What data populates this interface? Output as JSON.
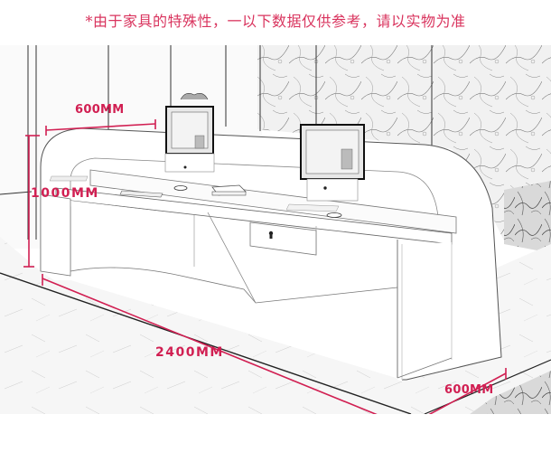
{
  "notice": {
    "text": "*由于家具的特殊性，一以下数据仅供参考，请以实物为准",
    "color": "#d9345e"
  },
  "product": {
    "name": "reception-desk",
    "description": "Curved reception counter with two computer monitors, keyboards, center lockable drawer"
  },
  "dimensions": {
    "top_width": {
      "label": "600MM",
      "value": 600,
      "unit": "MM"
    },
    "height": {
      "label": "1000MM",
      "value": 1000,
      "unit": "MM"
    },
    "length": {
      "label": "2400MM",
      "value": 2400,
      "unit": "MM"
    },
    "depth": {
      "label": "600MM",
      "value": 600,
      "unit": "MM"
    }
  },
  "colors": {
    "dimension_line": "#d11f52",
    "sketch_line": "#333333",
    "background": "#ffffff"
  }
}
